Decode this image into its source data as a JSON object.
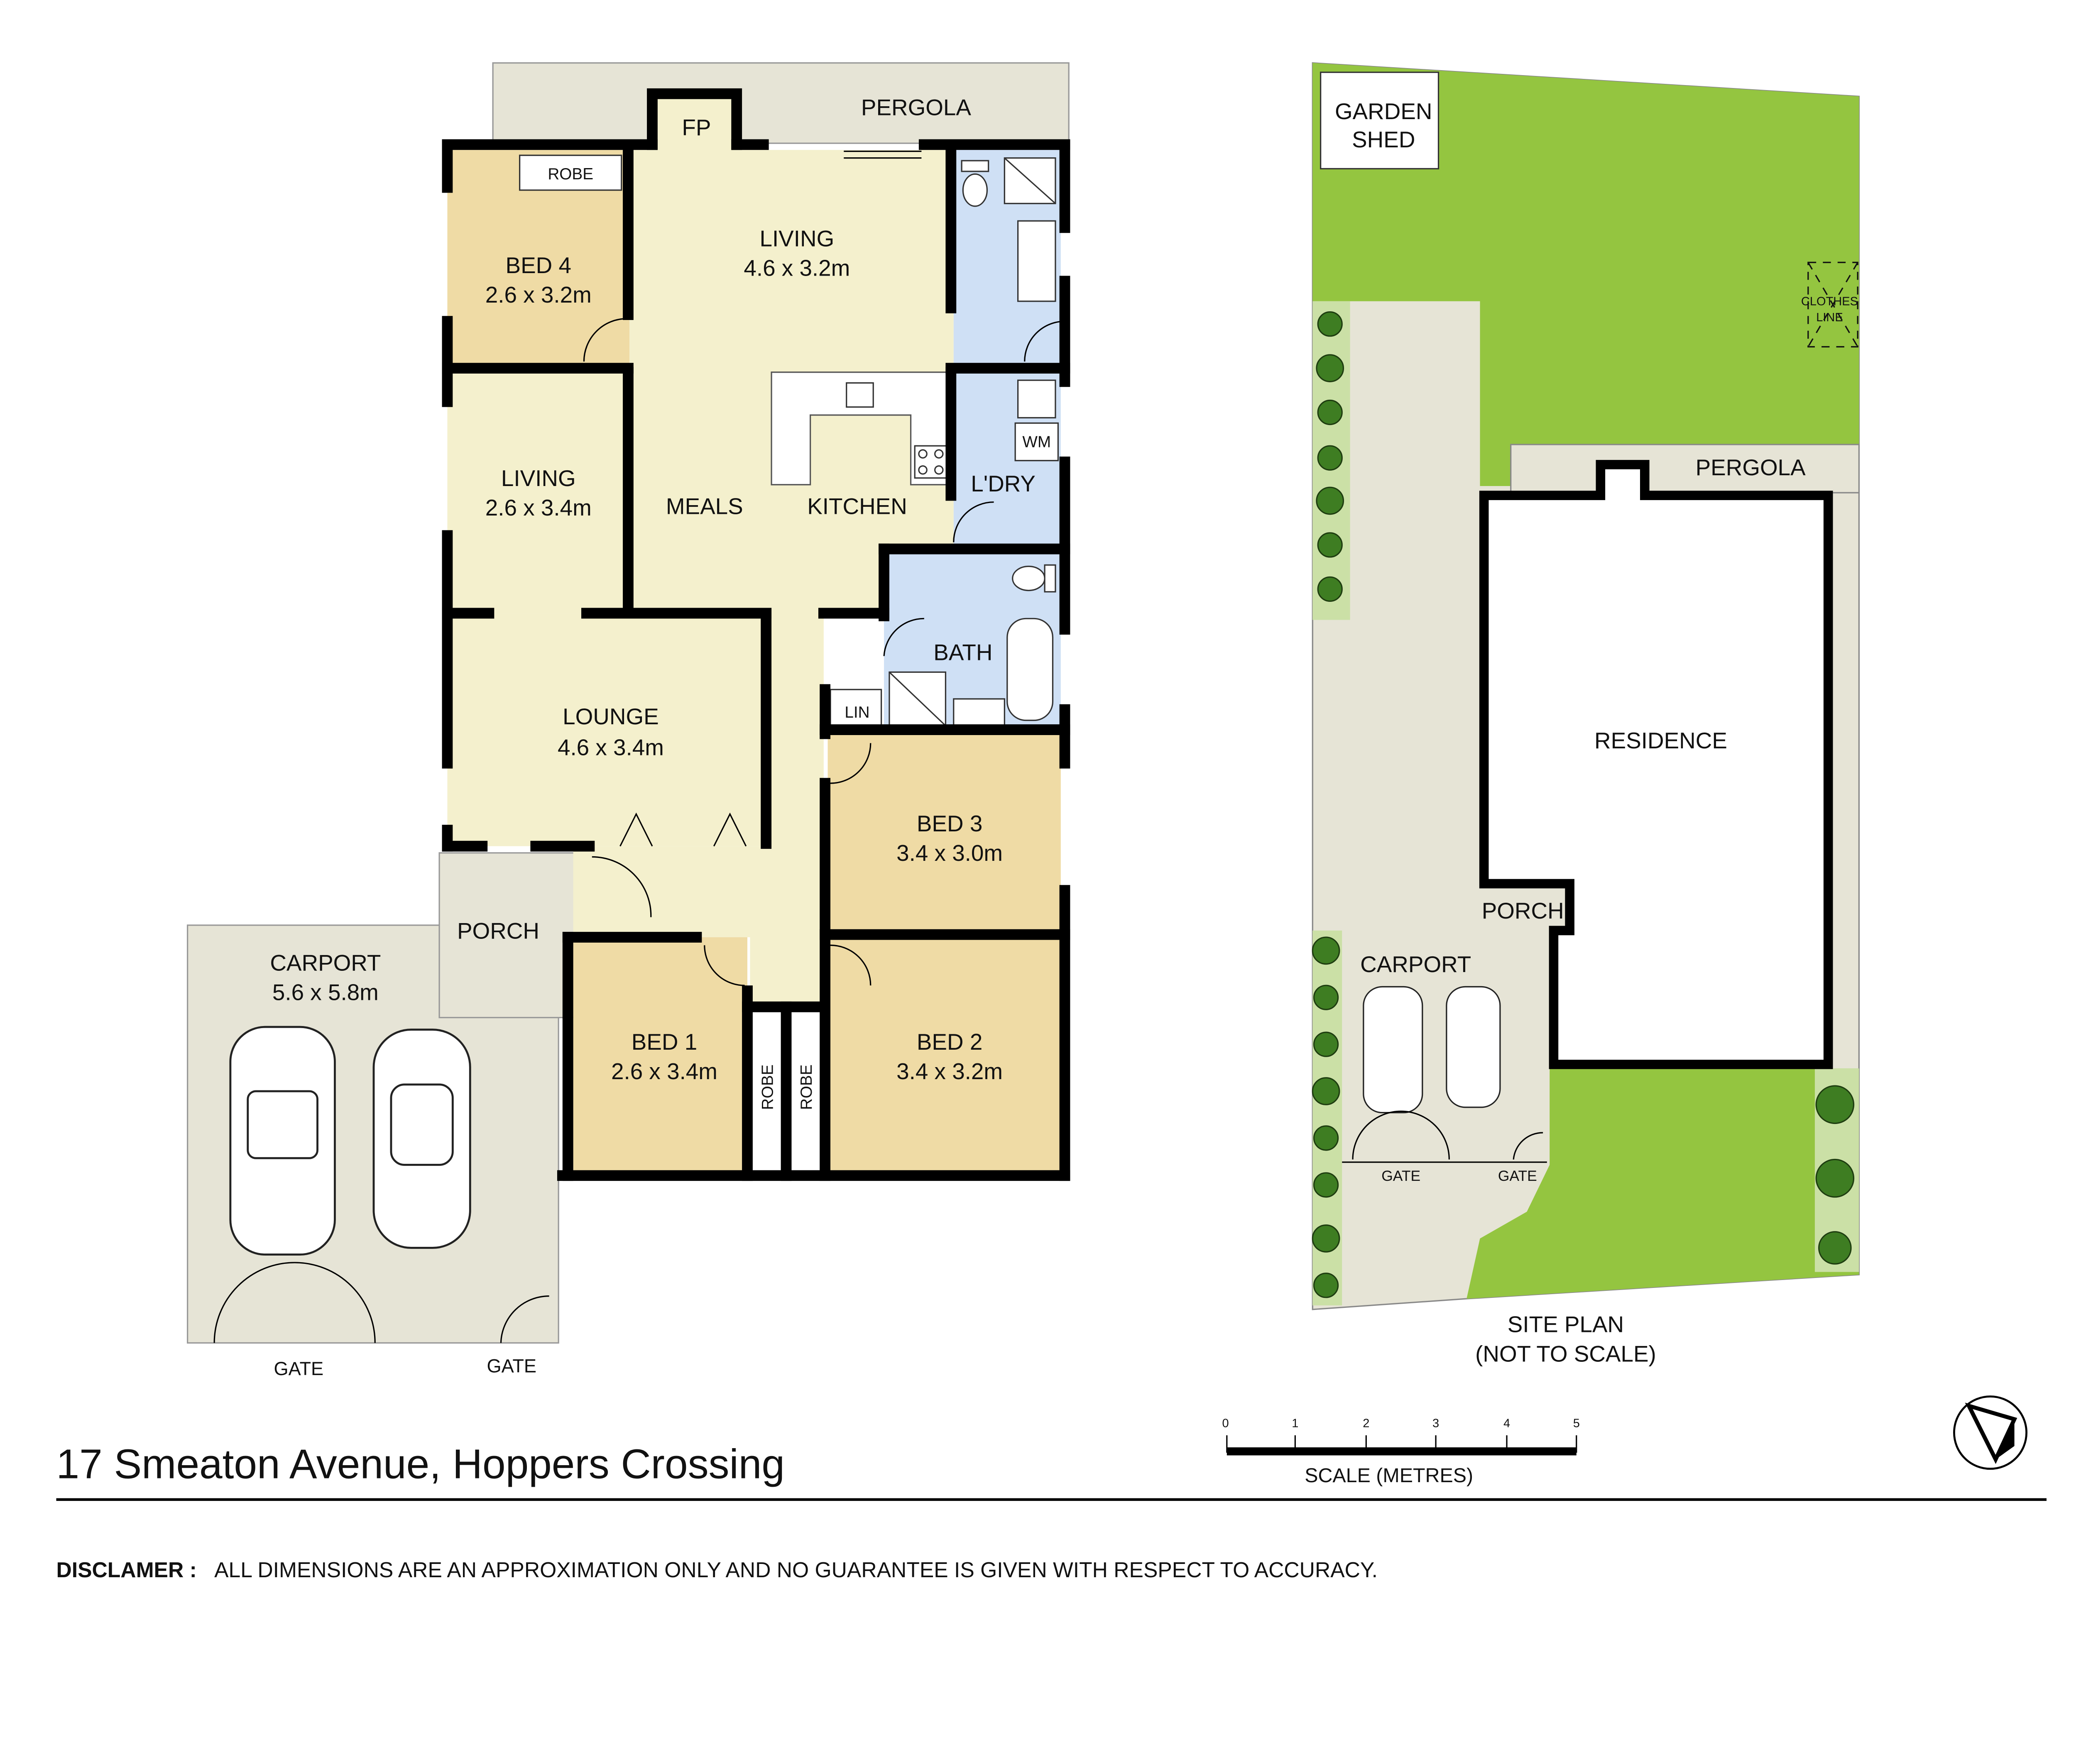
{
  "title": "17 Smeaton Avenue, Hoppers Crossing",
  "disclaimer": {
    "label": "DISCLAMER :",
    "text": "ALL DIMENSIONS ARE AN APPROXIMATION ONLY AND NO GUARANTEE IS GIVEN WITH RESPECT TO ACCURACY."
  },
  "colors": {
    "living": "#f4f0cd",
    "bedroom": "#efdba5",
    "wet_area": "#cfe0f5",
    "outdoor": "#e6e4d6",
    "grass": "#94c540",
    "wall": "#000000"
  },
  "floor_plan": {
    "pergola": "PERGOLA",
    "fp": "FP",
    "robe_bed4": "ROBE",
    "bed4": {
      "name": "BED 4",
      "size": "2.6 x 3.2m"
    },
    "living_main": {
      "name": "LIVING",
      "size": "4.6 x 3.2m"
    },
    "living2": {
      "name": "LIVING",
      "size": "2.6 x 3.4m"
    },
    "meals": "MEALS",
    "kitchen": "KITCHEN",
    "wm": "WM",
    "laundry": "L'DRY",
    "bath": "BATH",
    "lin": "LIN",
    "lounge": {
      "name": "LOUNGE",
      "size": "4.6 x 3.4m"
    },
    "bed3": {
      "name": "BED 3",
      "size": "3.4 x 3.0m"
    },
    "porch": "PORCH",
    "carport": {
      "name": "CARPORT",
      "size": "5.6 x 5.8m"
    },
    "bed1": {
      "name": "BED 1",
      "size": "2.6 x 3.4m"
    },
    "bed2": {
      "name": "BED 2",
      "size": "3.4 x 3.2m"
    },
    "robe1": "ROBE",
    "robe2": "ROBE",
    "gate1": "GATE",
    "gate2": "GATE"
  },
  "site_plan": {
    "garden_shed": [
      "GARDEN",
      "SHED"
    ],
    "clothes_line": [
      "CLOTHES",
      "LINE"
    ],
    "pergola": "PERGOLA",
    "residence": "RESIDENCE",
    "porch": "PORCH",
    "carport": "CARPORT",
    "gate1": "GATE",
    "gate2": "GATE",
    "caption": [
      "SITE PLAN",
      "(NOT TO SCALE)"
    ]
  },
  "scale": {
    "ticks": [
      "0",
      "1",
      "2",
      "3",
      "4",
      "5"
    ],
    "label": "SCALE (METRES)"
  },
  "north_icon": "north-arrow-icon"
}
